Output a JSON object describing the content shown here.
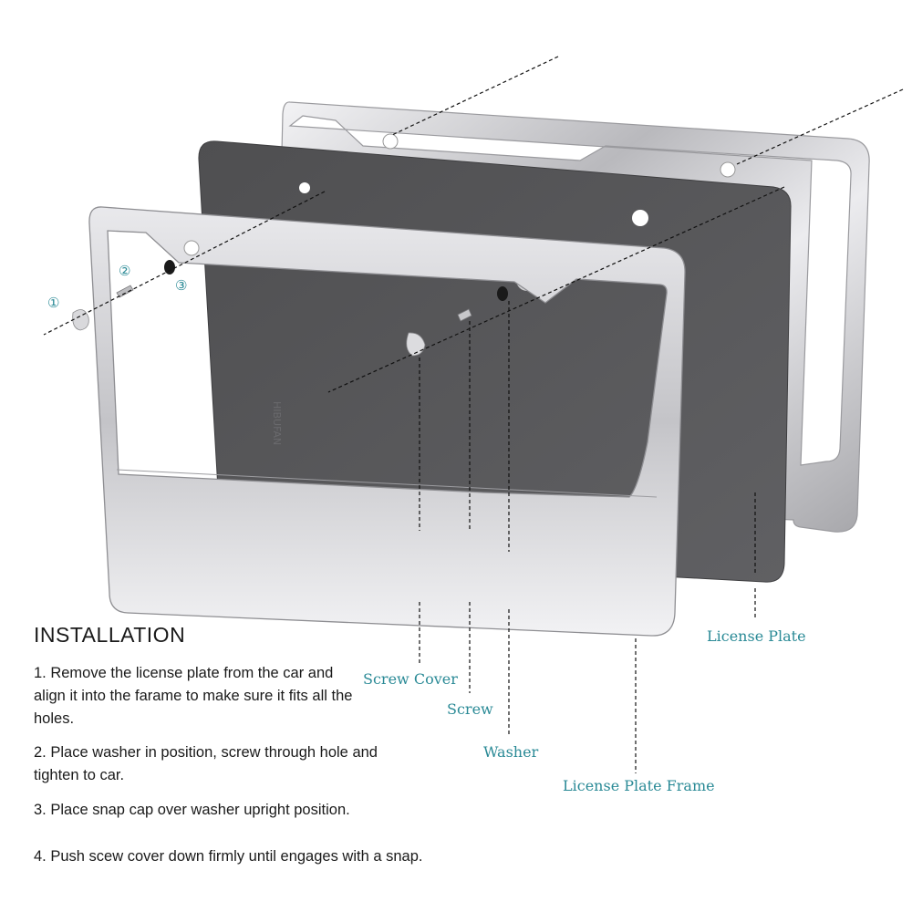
{
  "diagram": {
    "watermark": "HIBUFAN",
    "labels": {
      "license_plate": "License Plate",
      "screw_cover": "Screw Cover",
      "screw": "Screw",
      "washer": "Washer",
      "license_plate_frame": "License Plate Frame"
    },
    "step_markers": [
      "①",
      "②",
      "③"
    ]
  },
  "instructions": {
    "title": "INSTALLATION",
    "steps": [
      "1. Remove the license plate from the car and align it into the farame to make sure it fits all the holes.",
      "2. Place washer in position, screw through hole and tighten to car.",
      "3. Place snap cap over washer upright position.",
      "4. Push scew cover down firmly until engages with a snap."
    ]
  },
  "colors": {
    "accent": "#2a8a96",
    "plate": "#58585a",
    "frame": "#c8c8cc"
  }
}
